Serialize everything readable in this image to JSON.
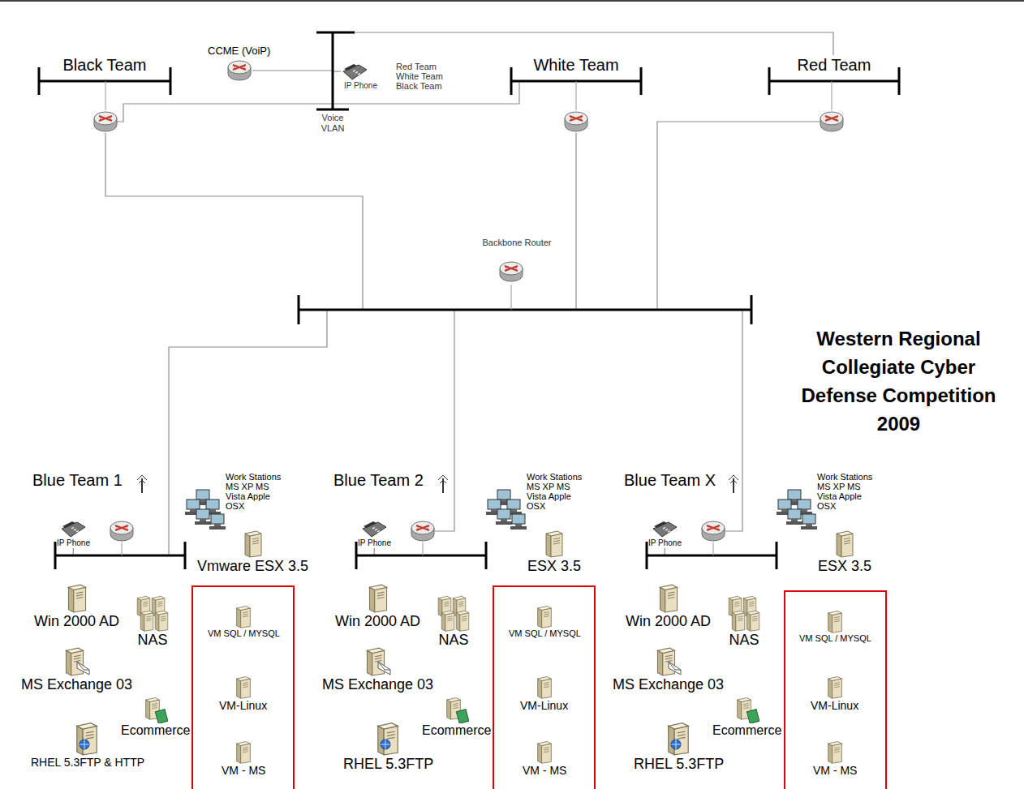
{
  "diagram": {
    "title": "Western Regional Collegiate Cyber Defense Competition 2009",
    "nodes": [
      {
        "text": [
          "Black Team"
        ]
      },
      {
        "text": [
          "CCME (VoiP)"
        ]
      },
      {
        "text": [
          "Voice VLAN"
        ]
      },
      {
        "text": [
          "IP Phone",
          "Red Team White Team Black Team"
        ]
      },
      {
        "text": [
          "White Team"
        ]
      },
      {
        "text": [
          "Red Team"
        ]
      },
      {
        "text": [
          "Backbone Router"
        ]
      },
      {
        "text": [
          "Blue Team 1"
        ]
      },
      {
        "text": [
          "IP Phone"
        ]
      },
      {
        "text": [
          "Work Stations MS XP MS Vista Apple OSX"
        ]
      },
      {
        "text": [
          "Vmware ESX 3.5"
        ]
      },
      {
        "text": [
          "Win 2000 AD"
        ]
      },
      {
        "text": [
          "NAS"
        ]
      },
      {
        "text": [
          "MS Exchange 03"
        ]
      },
      {
        "text": [
          "RHEL 5.3FTP & HTTP"
        ]
      },
      {
        "text": [
          "Ecommerce"
        ]
      },
      {
        "text": [
          "VM SQL / MYSQL"
        ]
      },
      {
        "text": [
          "VM-Linux"
        ]
      },
      {
        "text": [
          "VM - MS"
        ]
      },
      {
        "text": [
          "Blue Team 2"
        ]
      },
      {
        "text": [
          "IP Phone"
        ]
      },
      {
        "text": [
          "Work Stations MS XP MS Vista Apple OSX"
        ]
      },
      {
        "text": [
          "ESX 3.5"
        ]
      },
      {
        "text": [
          "Win 2000 AD"
        ]
      },
      {
        "text": [
          "NAS"
        ]
      },
      {
        "text": [
          "MS Exchange 03"
        ]
      },
      {
        "text": [
          "RHEL 5.3FTP"
        ]
      },
      {
        "text": [
          "Ecommerce"
        ]
      },
      {
        "text": [
          "VM SQL / MYSQL"
        ]
      },
      {
        "text": [
          "VM-Linux"
        ]
      },
      {
        "text": [
          "VM - MS"
        ]
      },
      {
        "text": [
          "Blue Team X"
        ]
      },
      {
        "text": [
          "IP Phone"
        ]
      },
      {
        "text": [
          "Work Stations MS XP MS Vista Apple OSX"
        ]
      },
      {
        "text": [
          "ESX 3.5"
        ]
      },
      {
        "text": [
          "Win 2000 AD"
        ]
      },
      {
        "text": [
          "NAS"
        ]
      },
      {
        "text": [
          "MS Exchange 03"
        ]
      },
      {
        "text": [
          "RHEL 5.3FTP"
        ]
      },
      {
        "text": [
          "Ecommerce"
        ]
      },
      {
        "text": [
          "VM SQL / MYSQL"
        ]
      },
      {
        "text": [
          "VM-Linux"
        ]
      },
      {
        "text": [
          "VM - MS"
        ]
      }
    ],
    "edges": [
      {
        "from": 1,
        "to": 2,
        "arrow": "none"
      },
      {
        "from": 3,
        "to": 2,
        "arrow": "none"
      },
      {
        "from": 2,
        "to": 5,
        "arrow": "none"
      },
      {
        "from": 0,
        "to": 4,
        "arrow": "none"
      },
      {
        "from": 0,
        "to": 6,
        "arrow": "none"
      },
      {
        "from": 4,
        "to": 6,
        "arrow": "none"
      },
      {
        "from": 5,
        "to": 6,
        "arrow": "none"
      },
      {
        "from": 6,
        "to": 7,
        "arrow": "none"
      },
      {
        "from": 6,
        "to": 19,
        "arrow": "none"
      },
      {
        "from": 6,
        "to": 31,
        "arrow": "none"
      },
      {
        "from": 8,
        "to": 7,
        "arrow": "none"
      },
      {
        "from": 20,
        "to": 19,
        "arrow": "none"
      },
      {
        "from": 32,
        "to": 31,
        "arrow": "none"
      }
    ]
  }
}
